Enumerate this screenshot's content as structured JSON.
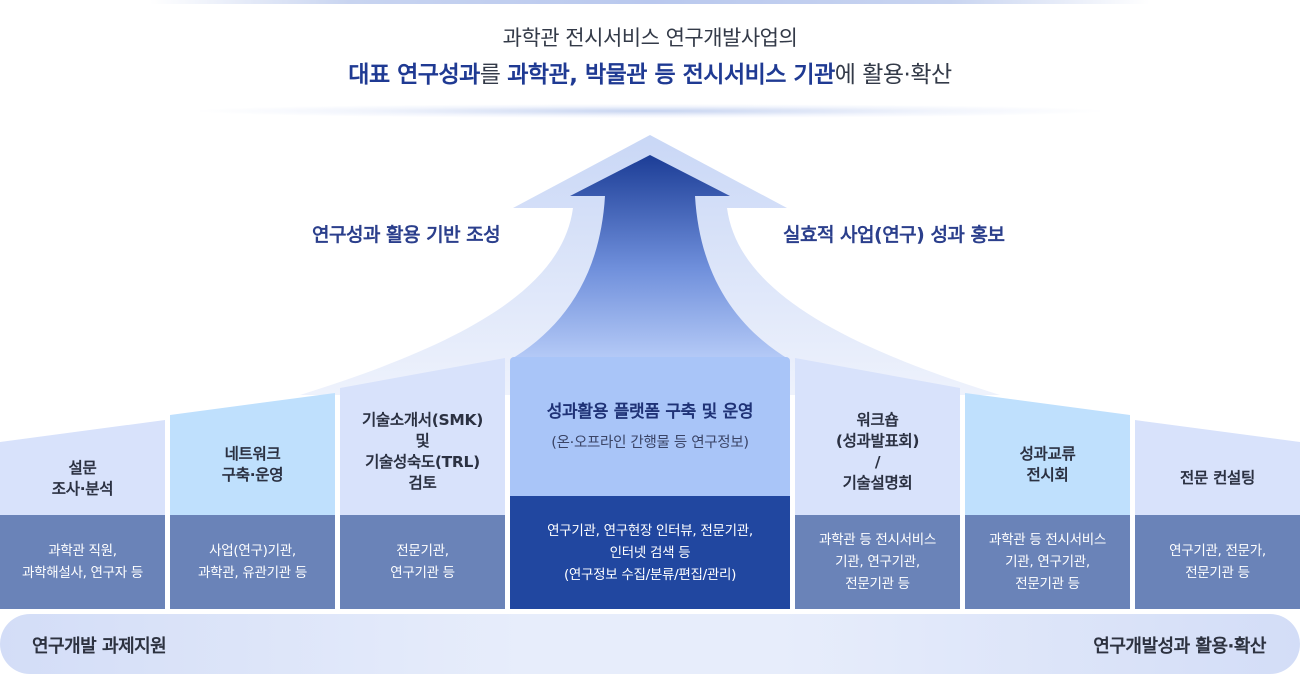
{
  "header": {
    "line1": "과학관 전시서비스 연구개발사업의",
    "line2_bold_a": "대표 연구성과",
    "line2_plain_a": "를 ",
    "line2_bold_b": "과학관, 박물관 등 전시서비스 기관",
    "line2_plain_b": "에 활용·확산"
  },
  "side_labels": {
    "left": "연구성과 활용 기반 조성",
    "right": "실효적 사업(연구) 성과 홍보"
  },
  "columns": [
    {
      "title": "설문\n조사·분석",
      "body": "과학관 직원,\n과학해설사, 연구자 등",
      "head_color": "#d8e2fb",
      "body_color": "#6a83b8"
    },
    {
      "title": "네트워크\n구축·운영",
      "body": "사업(연구)기관,\n과학관, 유관기관 등",
      "head_color": "#bfe0fd",
      "body_color": "#6a83b8"
    },
    {
      "title": "기술소개서(SMK)\n및\n기술성숙도(TRL)\n검토",
      "body": "전문기관,\n연구기관 등",
      "head_color": "#d8e2fb",
      "body_color": "#6a83b8"
    },
    {
      "title": "성과활용 플랫폼 구축 및 운영",
      "subtitle": "(온·오프라인 간행물 등 연구정보)",
      "body": "연구기관, 연구현장 인터뷰, 전문기관,\n인터넷 검색 등\n(연구정보 수집/분류/편집/관리)",
      "head_color": "#a9c5f8",
      "body_color": "#2147a0"
    },
    {
      "title": "워크숍\n(성과발표회)\n/\n기술설명회",
      "body": "과학관 등 전시서비스\n기관, 연구기관,\n전문기관 등",
      "head_color": "#d8e2fb",
      "body_color": "#6a83b8"
    },
    {
      "title": "성과교류\n전시회",
      "body": "과학관 등 전시서비스\n기관, 연구기관,\n전문기관 등",
      "head_color": "#bfe0fd",
      "body_color": "#6a83b8"
    },
    {
      "title": "전문 컨설팅",
      "body": "연구기관, 전문가,\n전문기관 등",
      "head_color": "#d8e2fb",
      "body_color": "#6a83b8"
    }
  ],
  "bottom_bar": {
    "left": "연구개발 과제지원",
    "right": "연구개발성과 활용·확산"
  }
}
